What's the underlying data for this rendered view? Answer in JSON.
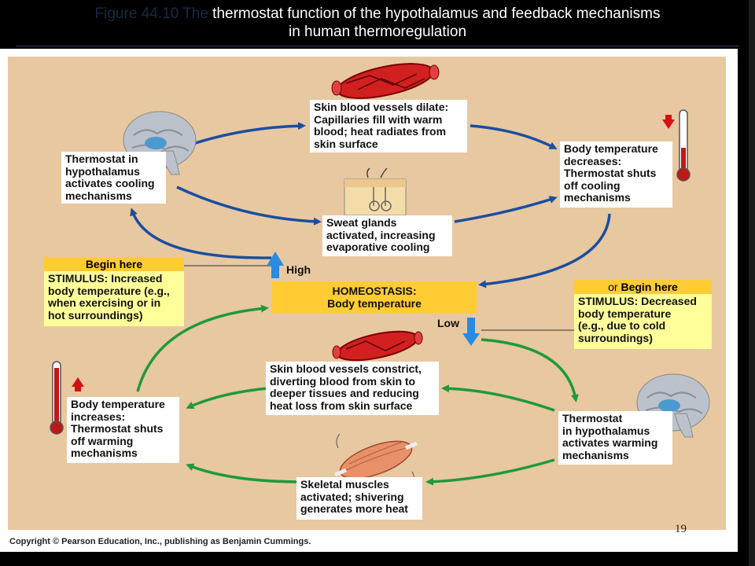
{
  "title": {
    "faded": "Figure 44.10  The ",
    "main": "thermostat function of the hypothalamus and feedback mechanisms",
    "line2": "in human thermoregulation"
  },
  "boxes": {
    "dilate": "Skin blood vessels dilate:\nCapillaries fill with warm\nblood; heat radiates from\nskin surface",
    "cooling_thermostat": "Thermostat in\nhypothalamus\nactivates cooling\nmechanisms",
    "decreases": "Body temperature\ndecreases:\nThermostat shuts\noff cooling\nmechanisms",
    "sweat": "Sweat glands\nactivated, increasing\nevaporative cooling",
    "constrict": "Skin blood vessels constrict,\ndiverting blood from skin to\ndeeper tissues and reducing\nheat loss from skin surface",
    "increases": "Body temperature\nincreases:\nThermostat shuts\noff warming\nmechanisms",
    "warming_thermostat": "Thermostat\nin hypothalamus\nactivates warming\nmechanisms",
    "shiver": "Skeletal muscles\nactivated; shivering\ngenerates more heat"
  },
  "stimulus_high": {
    "header": "Begin here",
    "text": "STIMULUS: Increased\nbody temperature (e.g.,\nwhen exercising or in\nhot surroundings)"
  },
  "stimulus_low": {
    "header_prefix": "or ",
    "header": "Begin here",
    "text": "STIMULUS: Decreased\nbody temperature\n(e.g., due to cold\nsurroundings)"
  },
  "homeostasis": {
    "label": "HOMEOSTASIS:",
    "sublabel": "Body temperature"
  },
  "labels": {
    "high": "High",
    "low": "Low"
  },
  "colors": {
    "cooling_arrow": "#1a4ea0",
    "warming_arrow": "#1e9a3a",
    "up_arrow": "#2a8be0",
    "panel": "#e8c8a0",
    "stimulus_header": "#ffcc33",
    "stimulus_body": "#ffff99"
  },
  "icons": [
    "brain-icon",
    "blood-vessel-icon",
    "sweat-gland-icon",
    "thermometer-icon",
    "muscle-icon"
  ],
  "copyright": "Copyright © Pearson Education, Inc., publishing as Benjamin Cummings.",
  "page_number": "19"
}
